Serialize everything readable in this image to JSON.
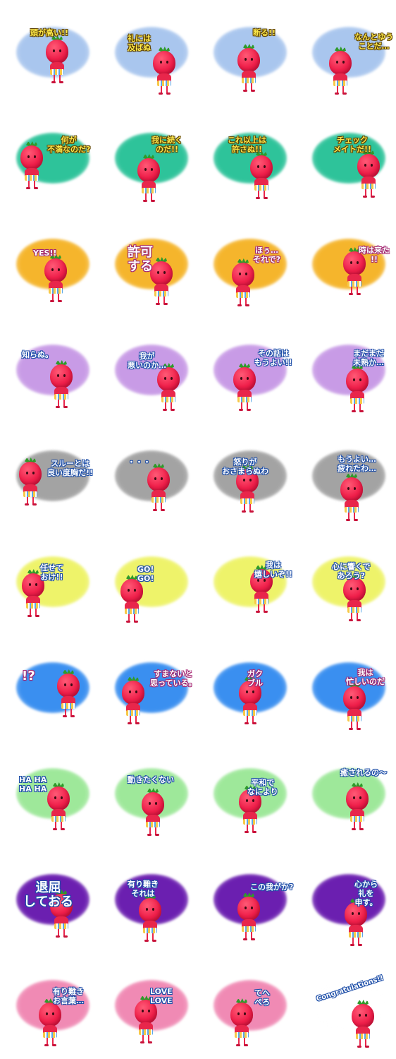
{
  "colors": {
    "blue": "#a9c6ee",
    "teal": "#2ec39a",
    "orange": "#f5b52c",
    "purple": "#c89be6",
    "gray": "#a3a3a3",
    "lime": "#eef36a",
    "bright_blue": "#3a8ff0",
    "mint": "#9ee89a",
    "violet": "#6b1fb0",
    "pink": "#f08ab4"
  },
  "stickers": [
    {
      "caption": "頭が高い!!",
      "color": "blue",
      "style": "yellow"
    },
    {
      "caption": "礼には\n及ばぬ",
      "color": "blue",
      "style": "yellow"
    },
    {
      "caption": "断る!!",
      "color": "blue",
      "style": "yellow"
    },
    {
      "caption": "なんとゆう\nことだ…",
      "color": "blue",
      "style": "yellow"
    },
    {
      "caption": "何が\n不満なのだ?",
      "color": "teal",
      "style": "yellow"
    },
    {
      "caption": "我に続く\nのだ!!",
      "color": "teal",
      "style": "yellow"
    },
    {
      "caption": "これ以上は\n許さぬ!!",
      "color": "teal",
      "style": "yellow"
    },
    {
      "caption": "チェック\nメイトだ!!",
      "color": "teal",
      "style": "yellow"
    },
    {
      "caption": "YES!!",
      "color": "orange",
      "style": "pink"
    },
    {
      "caption": "許可\nする",
      "color": "orange",
      "style": "pink"
    },
    {
      "caption": "ほぅ…\nそれで?",
      "color": "orange",
      "style": "pink"
    },
    {
      "caption": "時は来た\n!!",
      "color": "orange",
      "style": "pink"
    },
    {
      "caption": "知らぬ。",
      "color": "purple",
      "style": "blue"
    },
    {
      "caption": "我が\n悪いのか…",
      "color": "purple",
      "style": "blue"
    },
    {
      "caption": "その話は\nもうよい!!",
      "color": "purple",
      "style": "blue"
    },
    {
      "caption": "まだまだ\n未熟か…",
      "color": "purple",
      "style": "blue"
    },
    {
      "caption": "スルーとは\n良い度胸だ!!",
      "color": "gray",
      "style": "blue"
    },
    {
      "caption": "・・・",
      "color": "gray",
      "style": "blue"
    },
    {
      "caption": "怒りが\nおさまらぬわ",
      "color": "gray",
      "style": "blue"
    },
    {
      "caption": "もうよい…\n疲れたわ…",
      "color": "gray",
      "style": "blue"
    },
    {
      "caption": "任せて\nおけ!!",
      "color": "lime",
      "style": "blue"
    },
    {
      "caption": "GO!\nGO!",
      "color": "lime",
      "style": "blue"
    },
    {
      "caption": "我は\n嬉しいぞ!!",
      "color": "lime",
      "style": "blue"
    },
    {
      "caption": "心に響くで\nあろう?",
      "color": "lime",
      "style": "blue"
    },
    {
      "caption": "!?",
      "color": "bright_blue",
      "style": "pink"
    },
    {
      "caption": "すまないと\n思っている。",
      "color": "bright_blue",
      "style": "pink"
    },
    {
      "caption": "ガク\nブル",
      "color": "bright_blue",
      "style": "pink"
    },
    {
      "caption": "我は\n忙しいのだ",
      "color": "bright_blue",
      "style": "pink"
    },
    {
      "caption": "HA HA\nHA HA",
      "color": "mint",
      "style": "blue"
    },
    {
      "caption": "動きたくない",
      "color": "mint",
      "style": "blue"
    },
    {
      "caption": "平和で\nなにより",
      "color": "mint",
      "style": "blue"
    },
    {
      "caption": "癒されるの〜",
      "color": "mint",
      "style": "blue"
    },
    {
      "caption": "退屈\nしておる",
      "color": "violet",
      "style": "blue"
    },
    {
      "caption": "有り難き\nそれは",
      "color": "violet",
      "style": "blue"
    },
    {
      "caption": "この我がか?",
      "color": "violet",
      "style": "blue"
    },
    {
      "caption": "心から\n礼を\n申す。",
      "color": "violet",
      "style": "blue"
    },
    {
      "caption": "有り難き\nお言葉…",
      "color": "pink",
      "style": "blue"
    },
    {
      "caption": "LOVE\nLOVE",
      "color": "pink",
      "style": "blue"
    },
    {
      "caption": "てへ\nぺろ",
      "color": "pink",
      "style": "blue"
    },
    {
      "caption": "Congratulations!!",
      "color": "white",
      "style": "blue"
    }
  ]
}
